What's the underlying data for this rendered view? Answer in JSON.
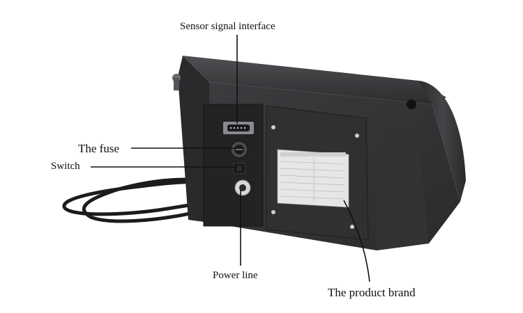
{
  "callouts": {
    "sensor_signal_interface": "Sensor signal interface",
    "fuse": "The fuse",
    "switch": "Switch",
    "power_line": "Power line",
    "product_brand": "The product brand"
  },
  "colors": {
    "housing": "#3a3a3c",
    "housing_dark": "#242426",
    "panel": "#2e2e30",
    "label_plate": "#e6e6e6",
    "leader_line": "#111111",
    "cable": "#1c1c1c"
  }
}
